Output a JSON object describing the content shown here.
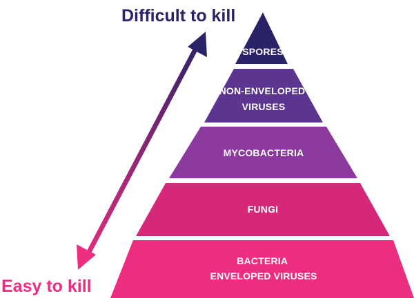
{
  "labels": {
    "top": "Difficult to kill",
    "bottom": "Easy to kill"
  },
  "tiers": [
    {
      "id": "spores",
      "lines": [
        "SPORES"
      ],
      "color": "#2a2266"
    },
    {
      "id": "non-enveloped-viruses",
      "lines": [
        "NON-ENVELOPED",
        "VIRUSES"
      ],
      "color": "#5c3590"
    },
    {
      "id": "mycobacteria",
      "lines": [
        "MYCOBACTERIA"
      ],
      "color": "#8d3aa0"
    },
    {
      "id": "fungi",
      "lines": [
        "FUNGI"
      ],
      "color": "#d62879"
    },
    {
      "id": "bacteria-enveloped-viruses",
      "lines": [
        "BACTERIA",
        "ENVELOPED VIRUSES"
      ],
      "color": "#ec2d80"
    }
  ],
  "colors": {
    "top_label": "#2a2266",
    "bottom_label": "#ec2d80",
    "arrow_top": "#2a2266",
    "arrow_bottom": "#ec2d80"
  }
}
